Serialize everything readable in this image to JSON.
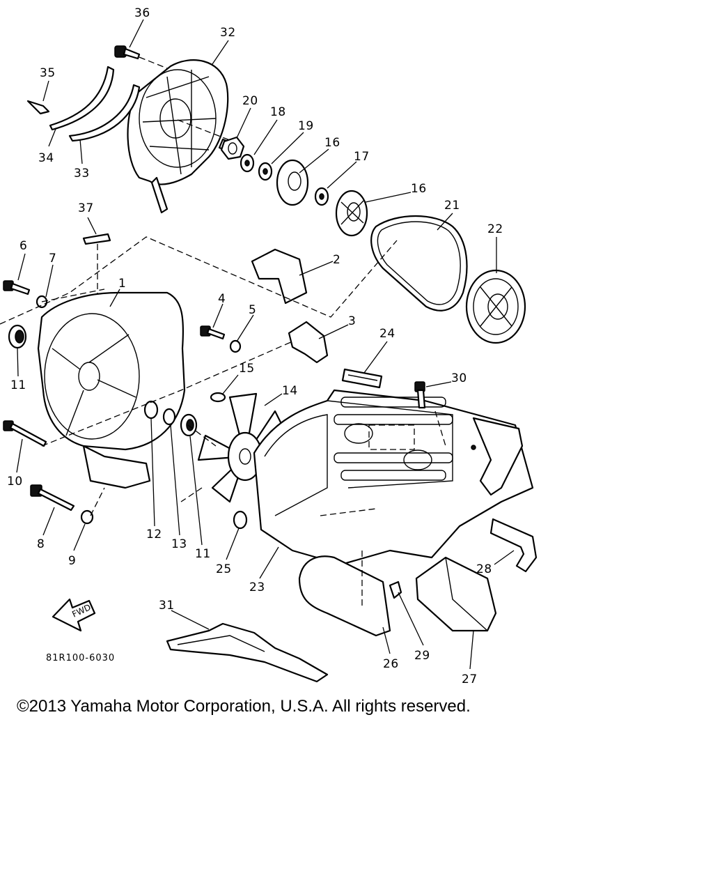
{
  "callouts": {
    "c1": "1",
    "c2": "2",
    "c3": "3",
    "c4": "4",
    "c5": "5",
    "c6": "6",
    "c7": "7",
    "c8": "8",
    "c9": "9",
    "c10": "10",
    "c11a": "11",
    "c11b": "11",
    "c12": "12",
    "c13": "13",
    "c14": "14",
    "c15": "15",
    "c16a": "16",
    "c16b": "16",
    "c17": "17",
    "c18": "18",
    "c19": "19",
    "c20": "20",
    "c21": "21",
    "c22": "22",
    "c23": "23",
    "c24": "24",
    "c25": "25",
    "c26": "26",
    "c27": "27",
    "c28": "28",
    "c29": "29",
    "c30": "30",
    "c31": "31",
    "c32": "32",
    "c33": "33",
    "c34": "34",
    "c35": "35",
    "c36": "36",
    "c37": "37"
  },
  "direction_arrow": "FWD",
  "diagram_code": "81R100-6030",
  "copyright": "©2013 Yamaha Motor Corporation, U.S.A. All rights reserved."
}
